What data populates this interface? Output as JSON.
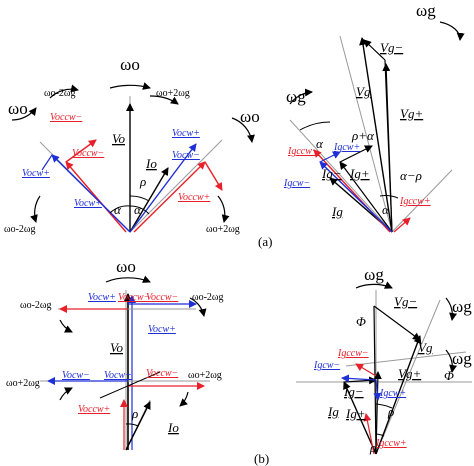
{
  "panels": {
    "a": "(a)",
    "b": "(b)"
  },
  "omega_o": "ωo",
  "omega_g": "ωg",
  "freq_minus": "ωo-2ωg",
  "freq_plus": "ωo+2ωg",
  "labels": {
    "V_o": "Vo",
    "I_o": "Io",
    "V_g": "Vg",
    "I_g": "Ig",
    "V_g_minus": "Vg−",
    "V_g_plus": "Vg+",
    "I_g_minus": "Ig−",
    "I_g_plus": "Ig+",
    "V_occw_minus": "Voccw−",
    "V_occw_plus": "Voccw+",
    "V_ocw_minus": "Vocw−",
    "V_ocw_plus": "Vocw+",
    "I_gccw_minus": "Igccw−",
    "I_gccw_plus": "Igccw+",
    "I_gcw_minus": "Igcw−",
    "I_gcw_plus": "Igcw+"
  },
  "angles": {
    "alpha": "α",
    "rho": "ρ",
    "phi": "Φ",
    "rho_plus_alpha": "ρ+α",
    "alpha_minus_rho": "α−ρ"
  },
  "colors": {
    "black": "#000000",
    "red": "#e8202a",
    "blue": "#1e2fd6",
    "grey": "#8a8a8a"
  }
}
